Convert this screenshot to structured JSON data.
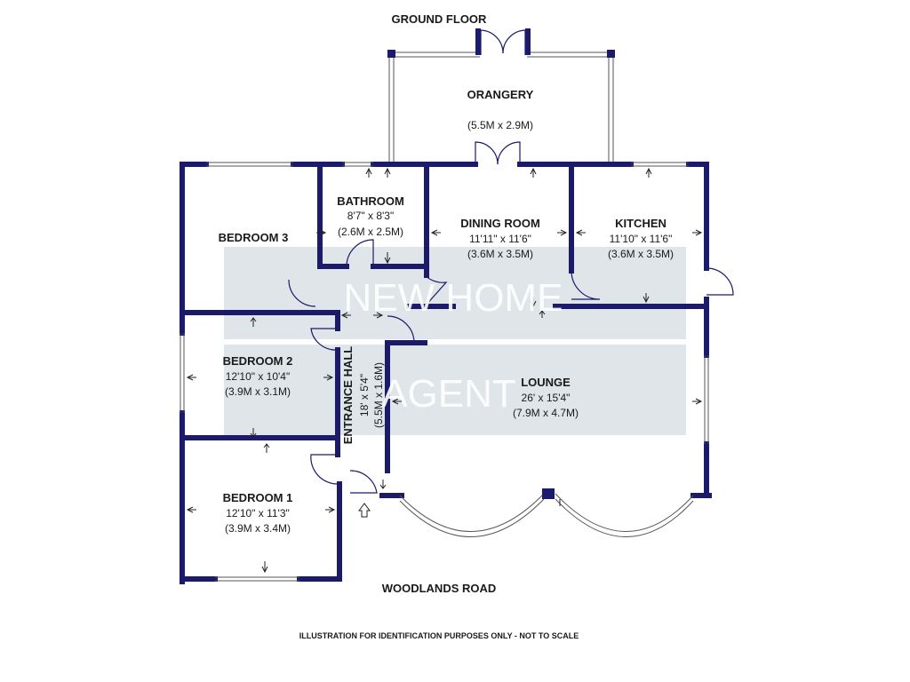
{
  "title": "GROUND FLOOR",
  "street": "WOODLANDS ROAD",
  "disclaimer": "ILLUSTRATION FOR IDENTIFICATION PURPOSES ONLY - NOT TO SCALE",
  "watermark": {
    "line1": "NEW HOME",
    "line2": "AGENT"
  },
  "colors": {
    "wall": "#1b1a6b",
    "watermark": "#b8c6cc"
  },
  "rooms": {
    "orangery": {
      "name": "ORANGERY",
      "metric": "(5.5M x 2.9M)"
    },
    "bathroom": {
      "name": "BATHROOM",
      "imperial": "8'7\" x 8'3\"",
      "metric": "(2.6M x 2.5M)"
    },
    "dining": {
      "name": "DINING ROOM",
      "imperial": "11'11\" x 11'6\"",
      "metric": "(3.6M x 3.5M)"
    },
    "kitchen": {
      "name": "KITCHEN",
      "imperial": "11'10\" x 11'6\"",
      "metric": "(3.6M x 3.5M)"
    },
    "bedroom3": {
      "name": "BEDROOM 3"
    },
    "bedroom2": {
      "name": "BEDROOM 2",
      "imperial": "12'10\" x 10'4\"",
      "metric": "(3.9M x 3.1M)"
    },
    "hall": {
      "name": "ENTRANCE HALL",
      "imperial": "18' x 5'4\"",
      "metric": "(5.5M x 1.6M)"
    },
    "lounge": {
      "name": "LOUNGE",
      "imperial": "26' x 15'4\"",
      "metric": "(7.9M x 4.7M)"
    },
    "bedroom1": {
      "name": "BEDROOM 1",
      "imperial": "12'10\" x 11'3\"",
      "metric": "(3.9M x 3.4M)"
    }
  }
}
